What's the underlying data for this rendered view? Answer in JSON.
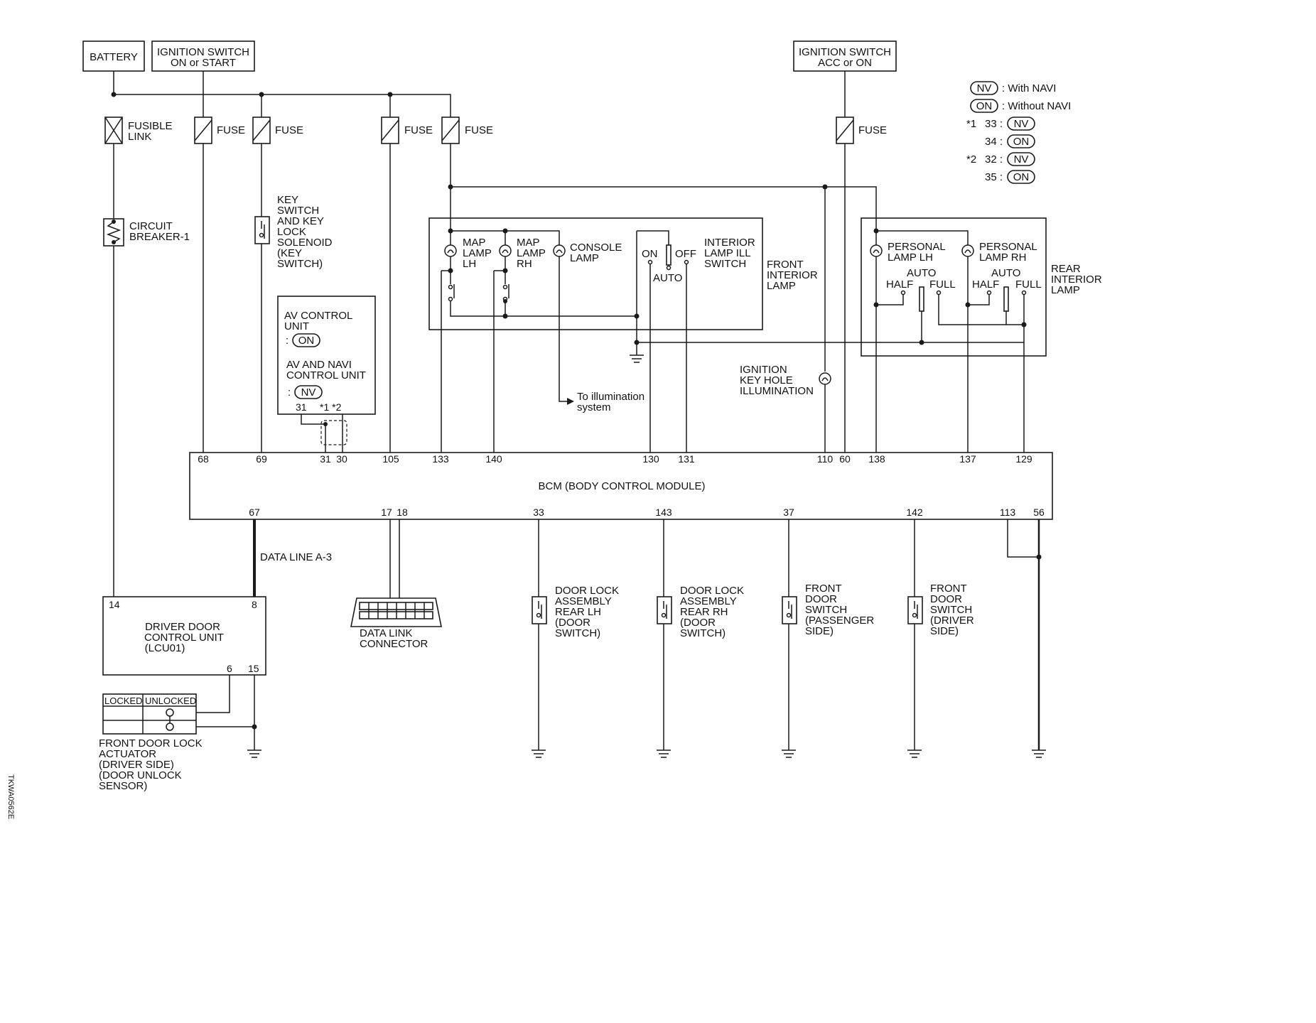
{
  "labels": {
    "battery": "BATTERY",
    "ign_on_start": [
      "IGNITION SWITCH",
      "ON or START"
    ],
    "ign_acc_on": [
      "IGNITION SWITCH",
      "ACC or ON"
    ],
    "fusible_link": [
      "FUSIBLE",
      "LINK"
    ],
    "fuse": "FUSE",
    "circuit_breaker": [
      "CIRCUIT",
      "BREAKER-1"
    ],
    "key_switch": [
      "KEY",
      "SWITCH",
      "AND KEY",
      "LOCK",
      "SOLENOID",
      "(KEY",
      " SWITCH)"
    ],
    "av_unit": [
      "AV CONTROL",
      "UNIT"
    ],
    "av_navi_unit": [
      "AV AND NAVI",
      "CONTROL UNIT"
    ],
    "map_lamp_lh": [
      "MAP",
      "LAMP",
      "LH"
    ],
    "map_lamp_rh": [
      "MAP",
      "LAMP",
      "RH"
    ],
    "console_lamp": [
      "CONSOLE",
      "LAMP"
    ],
    "interior_switch": [
      "INTERIOR",
      "LAMP ILL",
      "SWITCH"
    ],
    "sw_on": "ON",
    "sw_off": "OFF",
    "sw_auto": "AUTO",
    "front_interior_lamp": [
      "FRONT",
      "INTERIOR",
      "LAMP"
    ],
    "to_illumination": [
      "To illumination",
      "system"
    ],
    "ignition_key_hole": [
      "IGNITION",
      "KEY HOLE",
      "ILLUMINATION"
    ],
    "personal_lh": [
      "PERSONAL",
      "LAMP LH"
    ],
    "personal_rh": [
      "PERSONAL",
      "LAMP RH"
    ],
    "half": "HALF",
    "auto": "AUTO",
    "full": "FULL",
    "rear_interior_lamp": [
      "REAR",
      "INTERIOR",
      "LAMP"
    ],
    "bcm": "BCM (BODY CONTROL MODULE)",
    "data_line": "DATA LINE A-3",
    "driver_door_unit": [
      "DRIVER DOOR",
      "CONTROL UNIT",
      "(LCU01)"
    ],
    "data_link": [
      "DATA LINK",
      "CONNECTOR"
    ],
    "door_lock_rear_lh": [
      "DOOR LOCK",
      "ASSEMBLY",
      "REAR LH",
      "(DOOR",
      " SWITCH)"
    ],
    "door_lock_rear_rh": [
      "DOOR LOCK",
      "ASSEMBLY",
      "REAR RH",
      "(DOOR",
      " SWITCH)"
    ],
    "front_door_pass": [
      "FRONT",
      "DOOR",
      "SWITCH",
      "(PASSENGER",
      " SIDE)"
    ],
    "front_door_drv": [
      "FRONT",
      "DOOR",
      "SWITCH",
      "(DRIVER",
      " SIDE)"
    ],
    "locked": "LOCKED",
    "unlocked": "UNLOCKED",
    "actuator": [
      "FRONT DOOR LOCK",
      "ACTUATOR",
      "(DRIVER SIDE)",
      "(DOOR UNLOCK",
      " SENSOR)"
    ],
    "code": "TKWA0562E"
  },
  "legend": {
    "nv_text": ": With NAVI",
    "on_text": ": Without NAVI",
    "nv_badge": "NV",
    "on_badge": "ON",
    "star1": "*1",
    "star2": "*2",
    "p33": "33 :",
    "p34": "34 :",
    "p32": "32 :",
    "p35": "35 :",
    "av_pin31": "31",
    "av_star": "*1 *2",
    "colon": ":"
  },
  "pins": {
    "bcm_top": [
      "68",
      "69",
      "31",
      "30",
      "105",
      "133",
      "140",
      "130",
      "131",
      "110",
      "60",
      "138",
      "137",
      "129"
    ],
    "bcm_bottom": [
      "67",
      "17",
      "18",
      "33",
      "143",
      "37",
      "142",
      "113",
      "56"
    ],
    "lcu_14": "14",
    "lcu_8": "8",
    "lcu_6": "6",
    "lcu_15": "15"
  },
  "colors": {
    "line": "#1a1a1a",
    "background": "#ffffff"
  }
}
